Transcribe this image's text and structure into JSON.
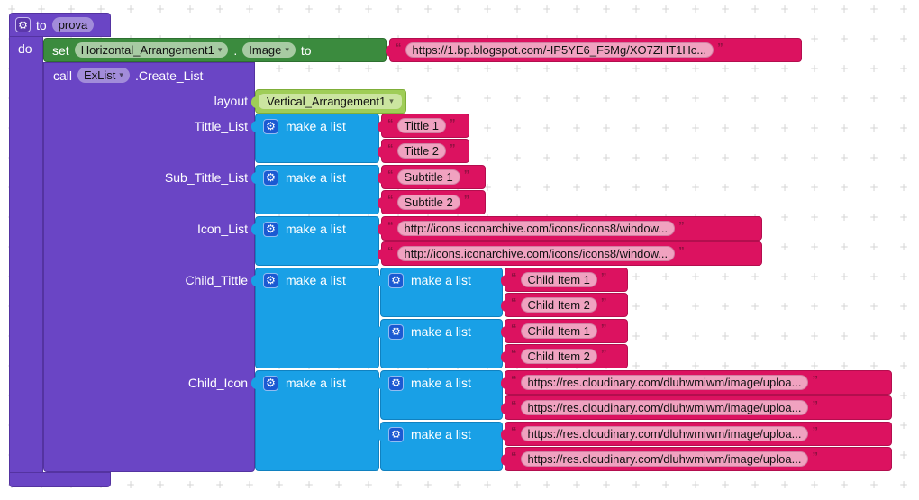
{
  "glyphs": {
    "gear": "⚙",
    "dropdown_arrow": "▾",
    "quote_open": "“",
    "quote_close": "”"
  },
  "colors": {
    "procedure_purple": "#6a45c5",
    "setter_green": "#3b8b3e",
    "component_lime": "#9fcd57",
    "list_blue": "#19a0e6",
    "text_crimson": "#dc1260"
  },
  "procedure": {
    "to_label": "to",
    "name": "prova",
    "do_label": "do"
  },
  "set_block": {
    "set_label": "set",
    "component": "Horizontal_Arrangement1",
    "dot": ".",
    "property": "Image",
    "to_label": "to",
    "value": "https://1.bp.blogspot.com/-IP5YE6_F5Mg/XO7ZHT1Hc..."
  },
  "labels": {
    "make_a_list": "make a list"
  },
  "call": {
    "call_label": "call",
    "component": "ExList",
    "method": ".Create_List",
    "layout": {
      "label": "layout",
      "value": "Vertical_Arrangement1"
    },
    "tittle": {
      "label": "Tittle_List",
      "item1": "Tittle 1",
      "item2": "Tittle 2"
    },
    "subtittle": {
      "label": "Sub_Tittle_List",
      "item1": "Subtitle 1",
      "item2": "Subtitle 2"
    },
    "icon": {
      "label": "Icon_List",
      "item1": "http://icons.iconarchive.com/icons/icons8/window...",
      "item2": "http://icons.iconarchive.com/icons/icons8/window..."
    },
    "child_tittle": {
      "label": "Child_Tittle",
      "list1": {
        "item1": "Child Item 1",
        "item2": "Child Item 2"
      },
      "list2": {
        "item1": "Child Item 1",
        "item2": "Child Item 2"
      }
    },
    "child_icon": {
      "label": "Child_Icon",
      "list1": {
        "item1": "https://res.cloudinary.com/dluhwmiwm/image/uploa...",
        "item2": "https://res.cloudinary.com/dluhwmiwm/image/uploa..."
      },
      "list2": {
        "item1": "https://res.cloudinary.com/dluhwmiwm/image/uploa...",
        "item2": "https://res.cloudinary.com/dluhwmiwm/image/uploa..."
      }
    }
  }
}
